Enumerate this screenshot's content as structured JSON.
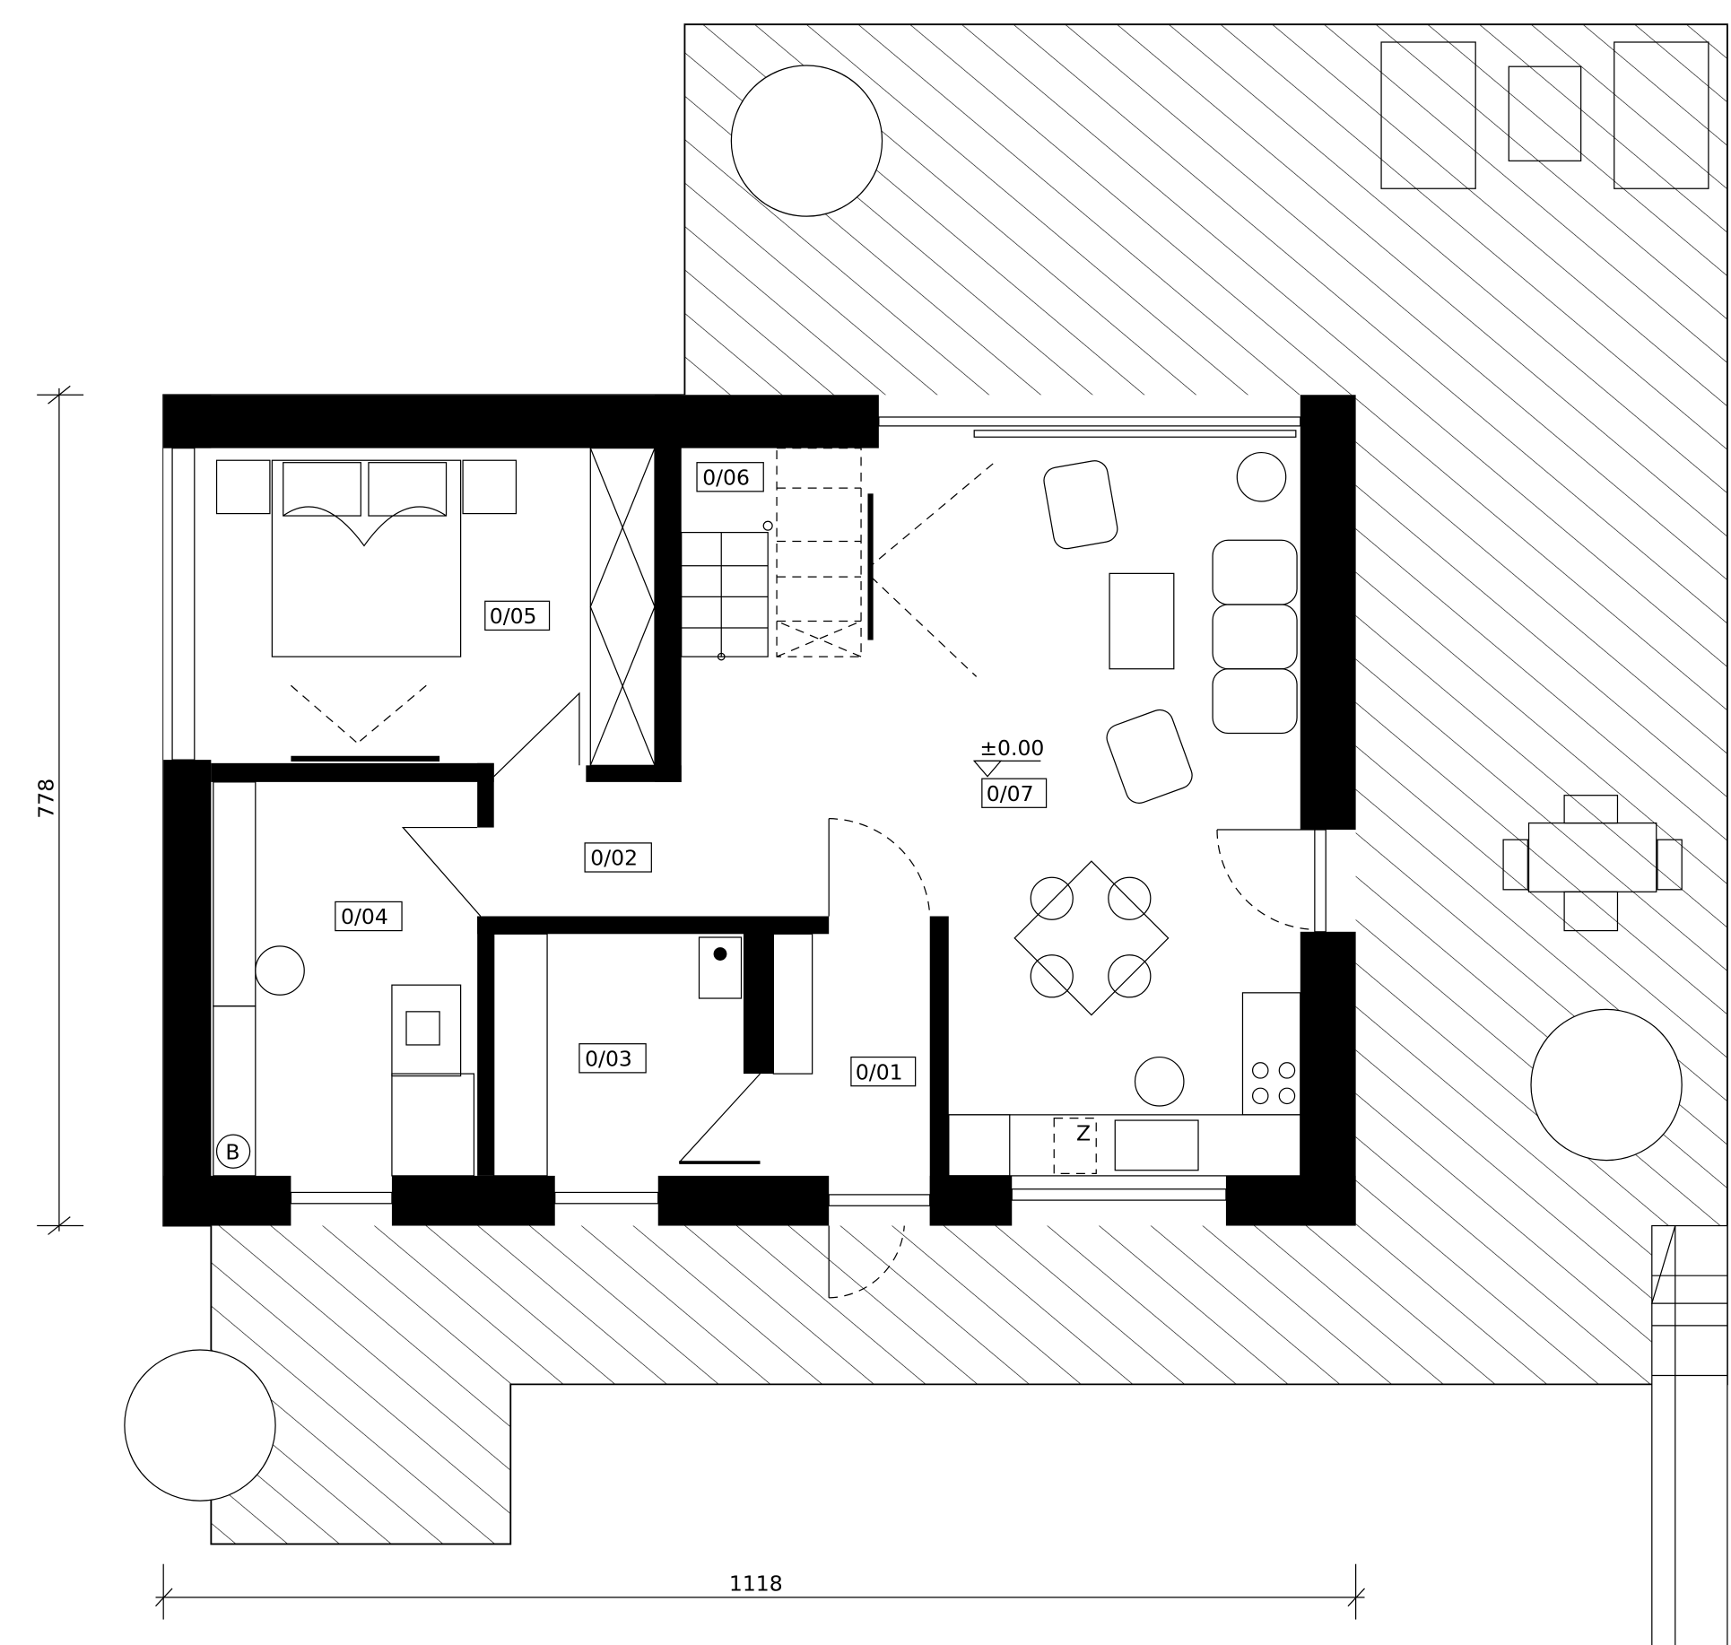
{
  "plan": {
    "rooms": [
      {
        "id": "0/01"
      },
      {
        "id": "0/02"
      },
      {
        "id": "0/03"
      },
      {
        "id": "0/04"
      },
      {
        "id": "0/05"
      },
      {
        "id": "0/06"
      },
      {
        "id": "0/07"
      }
    ],
    "level_mark": "±0.00",
    "boiler_label": "B",
    "fridge_label": "Z",
    "dimensions": {
      "height": "778",
      "width": "1118"
    }
  },
  "colors": {
    "ink": "#000000",
    "background": "#ffffff"
  }
}
